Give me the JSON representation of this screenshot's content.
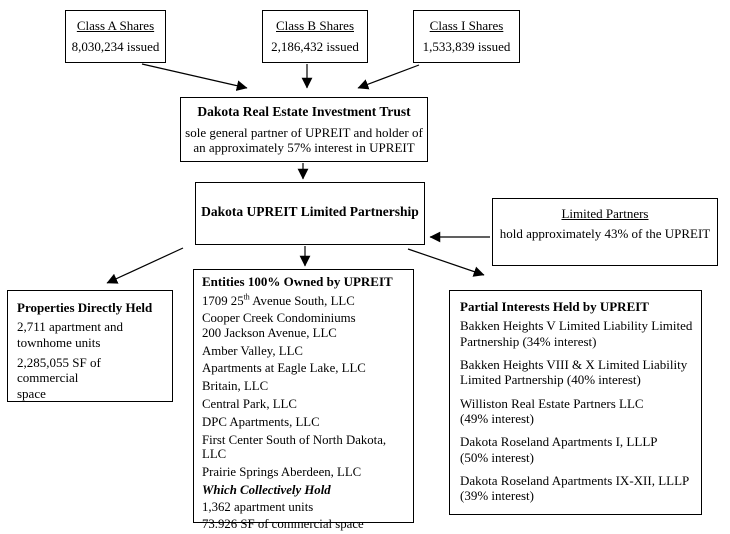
{
  "page": {
    "background": "#ffffff",
    "text_color": "#000000",
    "border_color": "#000000"
  },
  "boxes": {
    "class_a": {
      "title": "Class A Shares",
      "value": "8,030,234 issued"
    },
    "class_b": {
      "title": "Class B Shares",
      "value": "2,186,432 issued"
    },
    "class_i": {
      "title": "Class I Shares",
      "value": "1,533,839 issued"
    },
    "reit": {
      "title": "Dakota Real Estate Investment Trust",
      "description": "sole general partner of UPREIT and holder of\nan approximately 57% interest in UPREIT"
    },
    "upreit": {
      "title": "Dakota UPREIT Limited Partnership"
    },
    "limited_partners": {
      "title": "Limited Partners",
      "description": "hold approximately 43% of the UPREIT"
    },
    "properties_directly_held": {
      "title": "Properties Directly Held",
      "items": [
        "2,711 apartment and\ntownhome units",
        "2,285,055 SF of commercial\nspace"
      ]
    },
    "entities_owned": {
      "title": "Entities 100% Owned by UPREIT",
      "items": [
        "1709 25th Avenue South, LLC",
        "Cooper Creek Condominiums\n200 Jackson Avenue, LLC",
        "Amber Valley, LLC",
        "Apartments at Eagle Lake, LLC",
        "Britain, LLC",
        "Central Park, LLC",
        "DPC Apartments, LLC",
        "First Center South of North Dakota, LLC",
        "Prairie Springs Aberdeen, LLC"
      ],
      "collectively_hold_label": "Which Collectively Hold",
      "holdings": [
        "1,362 apartment units",
        "73.926 SF of commercial space"
      ]
    },
    "partial_interests": {
      "title": "Partial Interests Held by UPREIT",
      "items": [
        "Bakken Heights V Limited Liability Limited\nPartnership (34% interest)",
        "Bakken Heights VIII & X Limited Liability\nLimited Partnership (40% interest)",
        "Williston Real Estate Partners LLC\n(49% interest)",
        "Dakota Roseland Apartments I, LLLP\n(50% interest)",
        "Dakota Roseland Apartments IX-XII, LLLP\n(39% interest)"
      ]
    }
  }
}
